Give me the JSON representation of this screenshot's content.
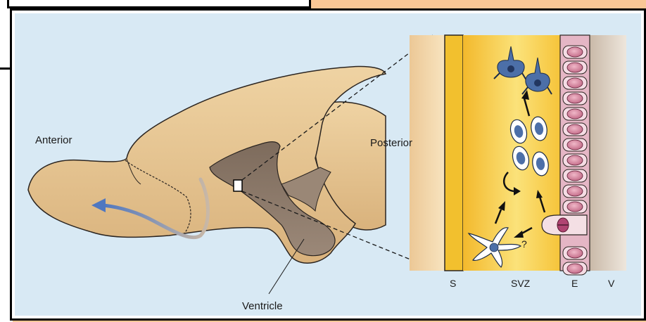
{
  "labels": {
    "anterior": "Anterior",
    "posterior": "Posterior",
    "ventricle": "Ventricle",
    "question": "?",
    "zone_s": "S",
    "zone_svz": "SVZ",
    "zone_e": "E",
    "zone_v": "V"
  },
  "colors": {
    "panel_background": "#d8e9f4",
    "brain_tissue": "#e6c48f",
    "ventricle_fill": "#8c7968",
    "svz_yellow": "#f5c632",
    "migration_arrow": "#5b7fc0",
    "ependymal_cell": "#c06a86",
    "neuroblast": "#4c6fa8"
  }
}
